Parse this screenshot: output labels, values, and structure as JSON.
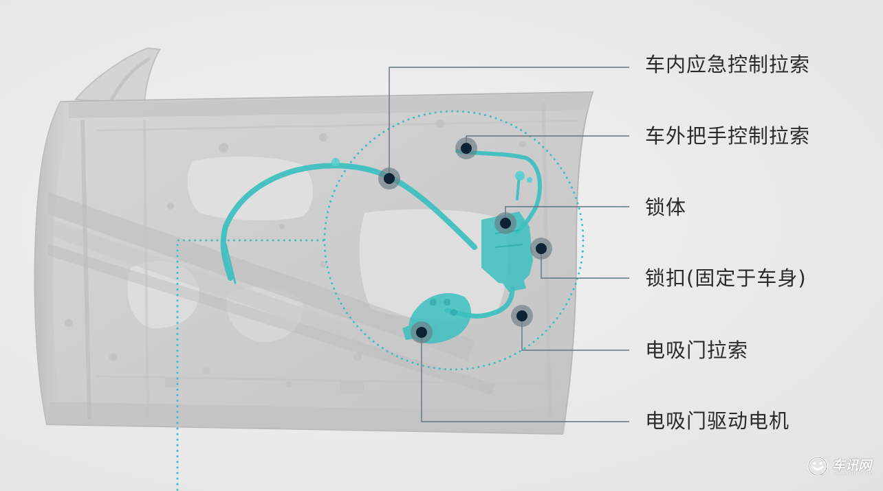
{
  "labels": [
    "车内应急控制拉索",
    "车外把手控制拉索",
    "锁体",
    "锁扣(固定于车身)",
    "电吸门拉索",
    "电吸门驱动电机"
  ],
  "watermark": {
    "text": "车讯网",
    "sub": "CHEXUN.COM"
  },
  "colors": {
    "accent": "#3cbfc0",
    "leader_line": "#5f7480",
    "marker_fill": "#0d2233",
    "marker_ring": "#6b7c86",
    "text": "#2b2b2b"
  }
}
